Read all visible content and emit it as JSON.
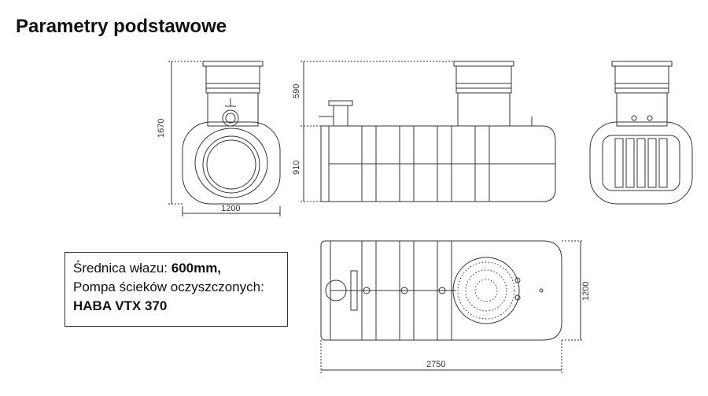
{
  "title": "Parametry podstawowe",
  "dimensions": {
    "front_height": "1670",
    "front_width": "1200",
    "side_top": "590",
    "side_body": "910",
    "top_width": "1200",
    "top_length": "2750"
  },
  "info": {
    "line1_prefix": "Średnica włazu: ",
    "line1_value": "600mm,",
    "line2": "Pompa ścieków oczyszczonych:",
    "line3": "HABA VTX 370"
  },
  "colors": {
    "stroke": "#333333",
    "background": "#ffffff"
  }
}
